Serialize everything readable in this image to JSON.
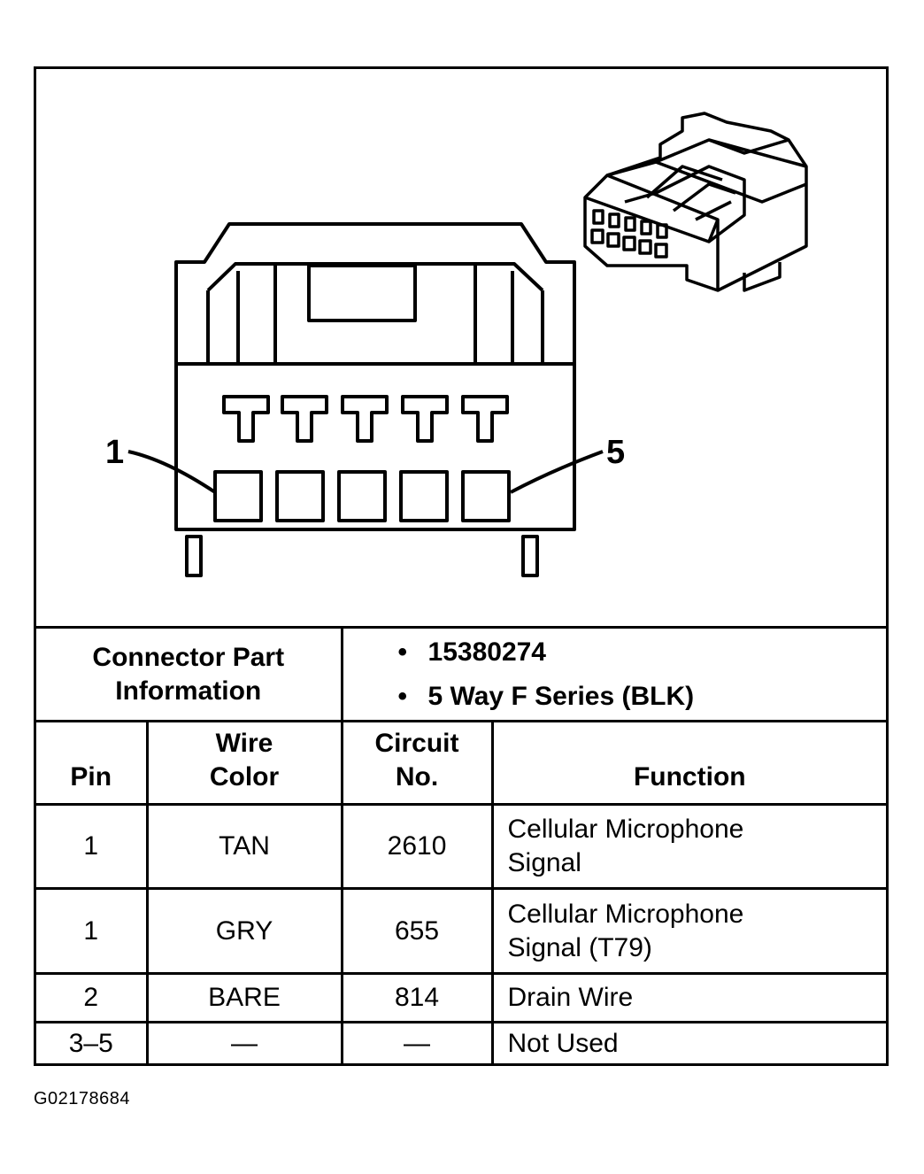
{
  "diagram": {
    "pin_labels": {
      "first": "1",
      "last": "5"
    }
  },
  "connector_info": {
    "label_line1": "Connector Part",
    "label_line2": "Information",
    "items": [
      "15380274",
      "5 Way F Series (BLK)"
    ]
  },
  "table": {
    "headers": {
      "pin": "Pin",
      "wire_color_line1": "Wire",
      "wire_color_line2": "Color",
      "circuit_line1": "Circuit",
      "circuit_line2": "No.",
      "function": "Function"
    },
    "rows": [
      {
        "pin": "1",
        "wire_color": "TAN",
        "circuit": "2610",
        "function_line1": "Cellular Microphone",
        "function_line2": "Signal"
      },
      {
        "pin": "1",
        "wire_color": "GRY",
        "circuit": "655",
        "function_line1": "Cellular Microphone",
        "function_line2": "Signal (T79)"
      },
      {
        "pin": "2",
        "wire_color": "BARE",
        "circuit": "814",
        "function_line1": "Drain Wire",
        "function_line2": ""
      },
      {
        "pin": "3–5",
        "wire_color": "—",
        "circuit": "—",
        "function_line1": "Not Used",
        "function_line2": ""
      }
    ]
  },
  "figure_id": "G02178684"
}
